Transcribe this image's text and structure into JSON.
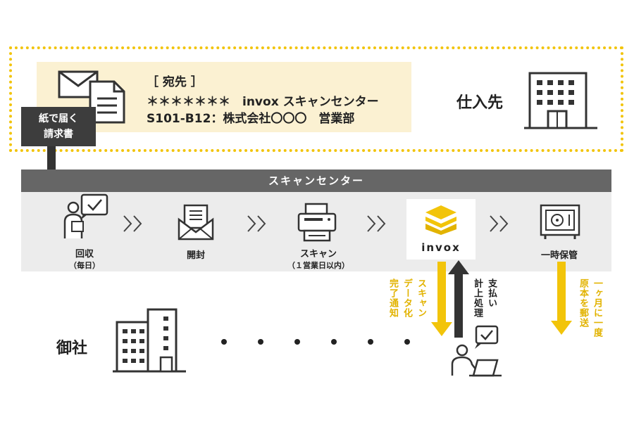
{
  "colors": {
    "accent": "#f2c40a",
    "dark": "#3d3d3d",
    "band": "#ececec",
    "header": "#666666",
    "address_bg": "#fbf1d2"
  },
  "supplier": {
    "label": "仕入先",
    "address": {
      "title": "［ 宛先 ］",
      "line1": "＊＊＊＊＊＊＊　invox スキャンセンター",
      "line2": "S101-B12：株式会社〇〇〇　営業部"
    },
    "icons": [
      "envelope-icon",
      "document-icon",
      "office-building-icon"
    ]
  },
  "paper_invoice": {
    "line1": "紙で届く",
    "line2": "請求書"
  },
  "scan_center": {
    "title": "スキャンセンター",
    "steps": [
      {
        "label": "回収",
        "sub": "（毎日）",
        "icon": "person-checklist-icon"
      },
      {
        "label": "開封",
        "sub": "",
        "icon": "open-envelope-icon"
      },
      {
        "label": "スキャン",
        "sub": "（１営業日以内）",
        "icon": "scanner-icon"
      },
      {
        "label": "invox",
        "sub": "",
        "icon": "invox-logo-icon"
      },
      {
        "label": "一時保管",
        "sub": "",
        "icon": "safe-icon"
      }
    ]
  },
  "flows": {
    "scan_data": {
      "col1": "スキャン",
      "col2": "データ化",
      "col3": "完了通知"
    },
    "payment": {
      "col1": "支払い",
      "col2": "計上処理"
    },
    "mail_original": {
      "col1": "一ヶ月に一度",
      "col2": "原本を郵送"
    }
  },
  "company": {
    "label": "御社",
    "icons": [
      "company-building-icon",
      "person-laptop-icon"
    ]
  }
}
